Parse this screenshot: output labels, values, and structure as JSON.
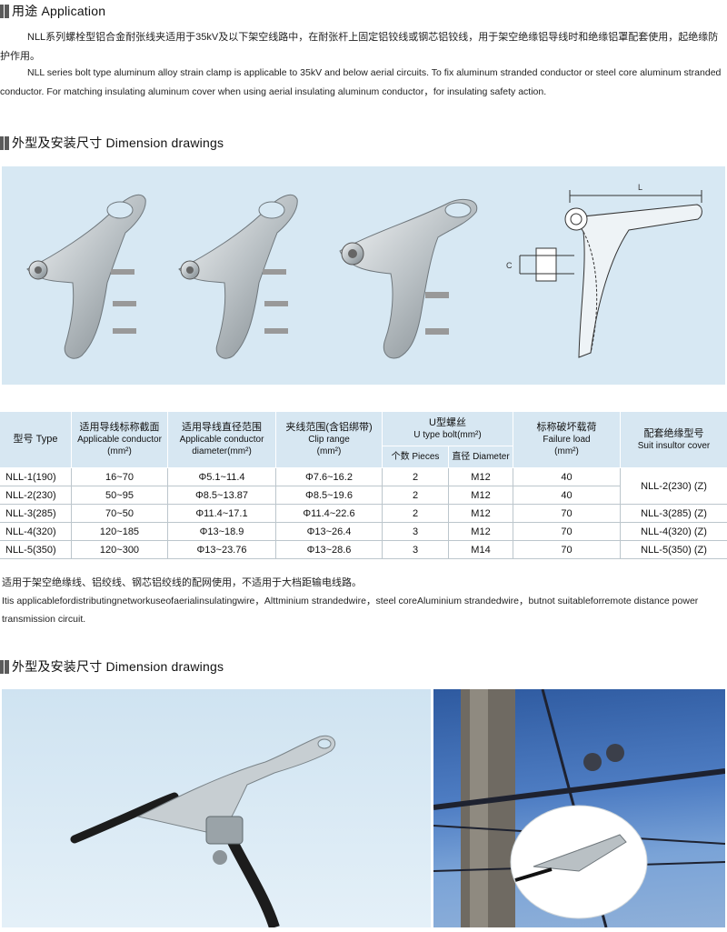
{
  "application": {
    "heading": "用途 Application",
    "para_cn": "NLL系列螺栓型铝合金耐张线夹适用于35kV及以下架空线路中，在耐张杆上固定铝铰线或钢芯铝铰线，用于架空绝缘铝导线时和绝缘铝罩配套使用，起绝缘防护作用。",
    "para_en": "NLL series bolt type aluminum alloy strain clamp is applicable to 35kV and below aerial circuits.  To fix aluminum stranded conductor or steel core aluminum stranded conductor.  For matching insulating aluminum cover when using aerial insulating aluminum conductor，for insulating safety action."
  },
  "section1": {
    "heading": "外型及安装尺寸 Dimension drawings",
    "dim_L": "L",
    "dim_C": "C"
  },
  "table": {
    "headers": {
      "type_cn": "型号 Type",
      "cond_cn": "适用导线标称截面",
      "cond_en": "Applicable conductor",
      "cond_unit": "(mm²)",
      "dia_cn": "适用导线直径范围",
      "dia_en": "Applicable conductor",
      "dia_unit": "diameter(mm²)",
      "clip_cn": "夹线范围(含铝绑带)",
      "clip_en": "Clip range",
      "clip_unit": "(mm²)",
      "bolt_cn": "U型螺丝",
      "bolt_en": "U type bolt(mm²)",
      "pieces": "个数 Pieces",
      "diameter": "直径 Diameter",
      "load_cn": "标称破坏载荷",
      "load_en": "Failure load",
      "load_unit": "(mm²)",
      "cover_cn": "配套绝缘型号",
      "cover_en": "Suit insultor cover"
    },
    "rows": [
      {
        "type": "NLL-1(190)",
        "cond": "16~70",
        "dia": "Φ5.1~11.4",
        "clip": "Φ7.6~16.2",
        "pieces": "2",
        "bolt": "M12",
        "load": "40"
      },
      {
        "type": "NLL-2(230)",
        "cond": "50~95",
        "dia": "Φ8.5~13.87",
        "clip": "Φ8.5~19.6",
        "pieces": "2",
        "bolt": "M12",
        "load": "40"
      },
      {
        "type": "NLL-3(285)",
        "cond": "70~50",
        "dia": "Φ11.4~17.1",
        "clip": "Φ11.4~22.6",
        "pieces": "2",
        "bolt": "M12",
        "load": "70"
      },
      {
        "type": "NLL-4(320)",
        "cond": "120~185",
        "dia": "Φ13~18.9",
        "clip": "Φ13~26.4",
        "pieces": "3",
        "bolt": "M12",
        "load": "70"
      },
      {
        "type": "NLL-5(350)",
        "cond": "120~300",
        "dia": "Φ13~23.76",
        "clip": "Φ13~28.6",
        "pieces": "3",
        "bolt": "M14",
        "load": "70"
      }
    ],
    "covers": [
      "NLL-2(230) (Z)",
      "NLL-3(285) (Z)",
      "NLL-4(320) (Z)",
      "NLL-5(350) (Z)"
    ]
  },
  "notes": {
    "cn": "适用于架空绝缘线、铝绞线、钢芯铝绞线的配网使用，不适用于大档距输电线路。",
    "en": "Itis applicablefordistributingnetworkuseofaerialinsulatingwire，Alttminium strandedwire，steel coreAluminium strandedwire，butnot suitableforremote distance power transmission circuit."
  },
  "section2": {
    "heading": "外型及安装尺寸 Dimension drawings"
  }
}
